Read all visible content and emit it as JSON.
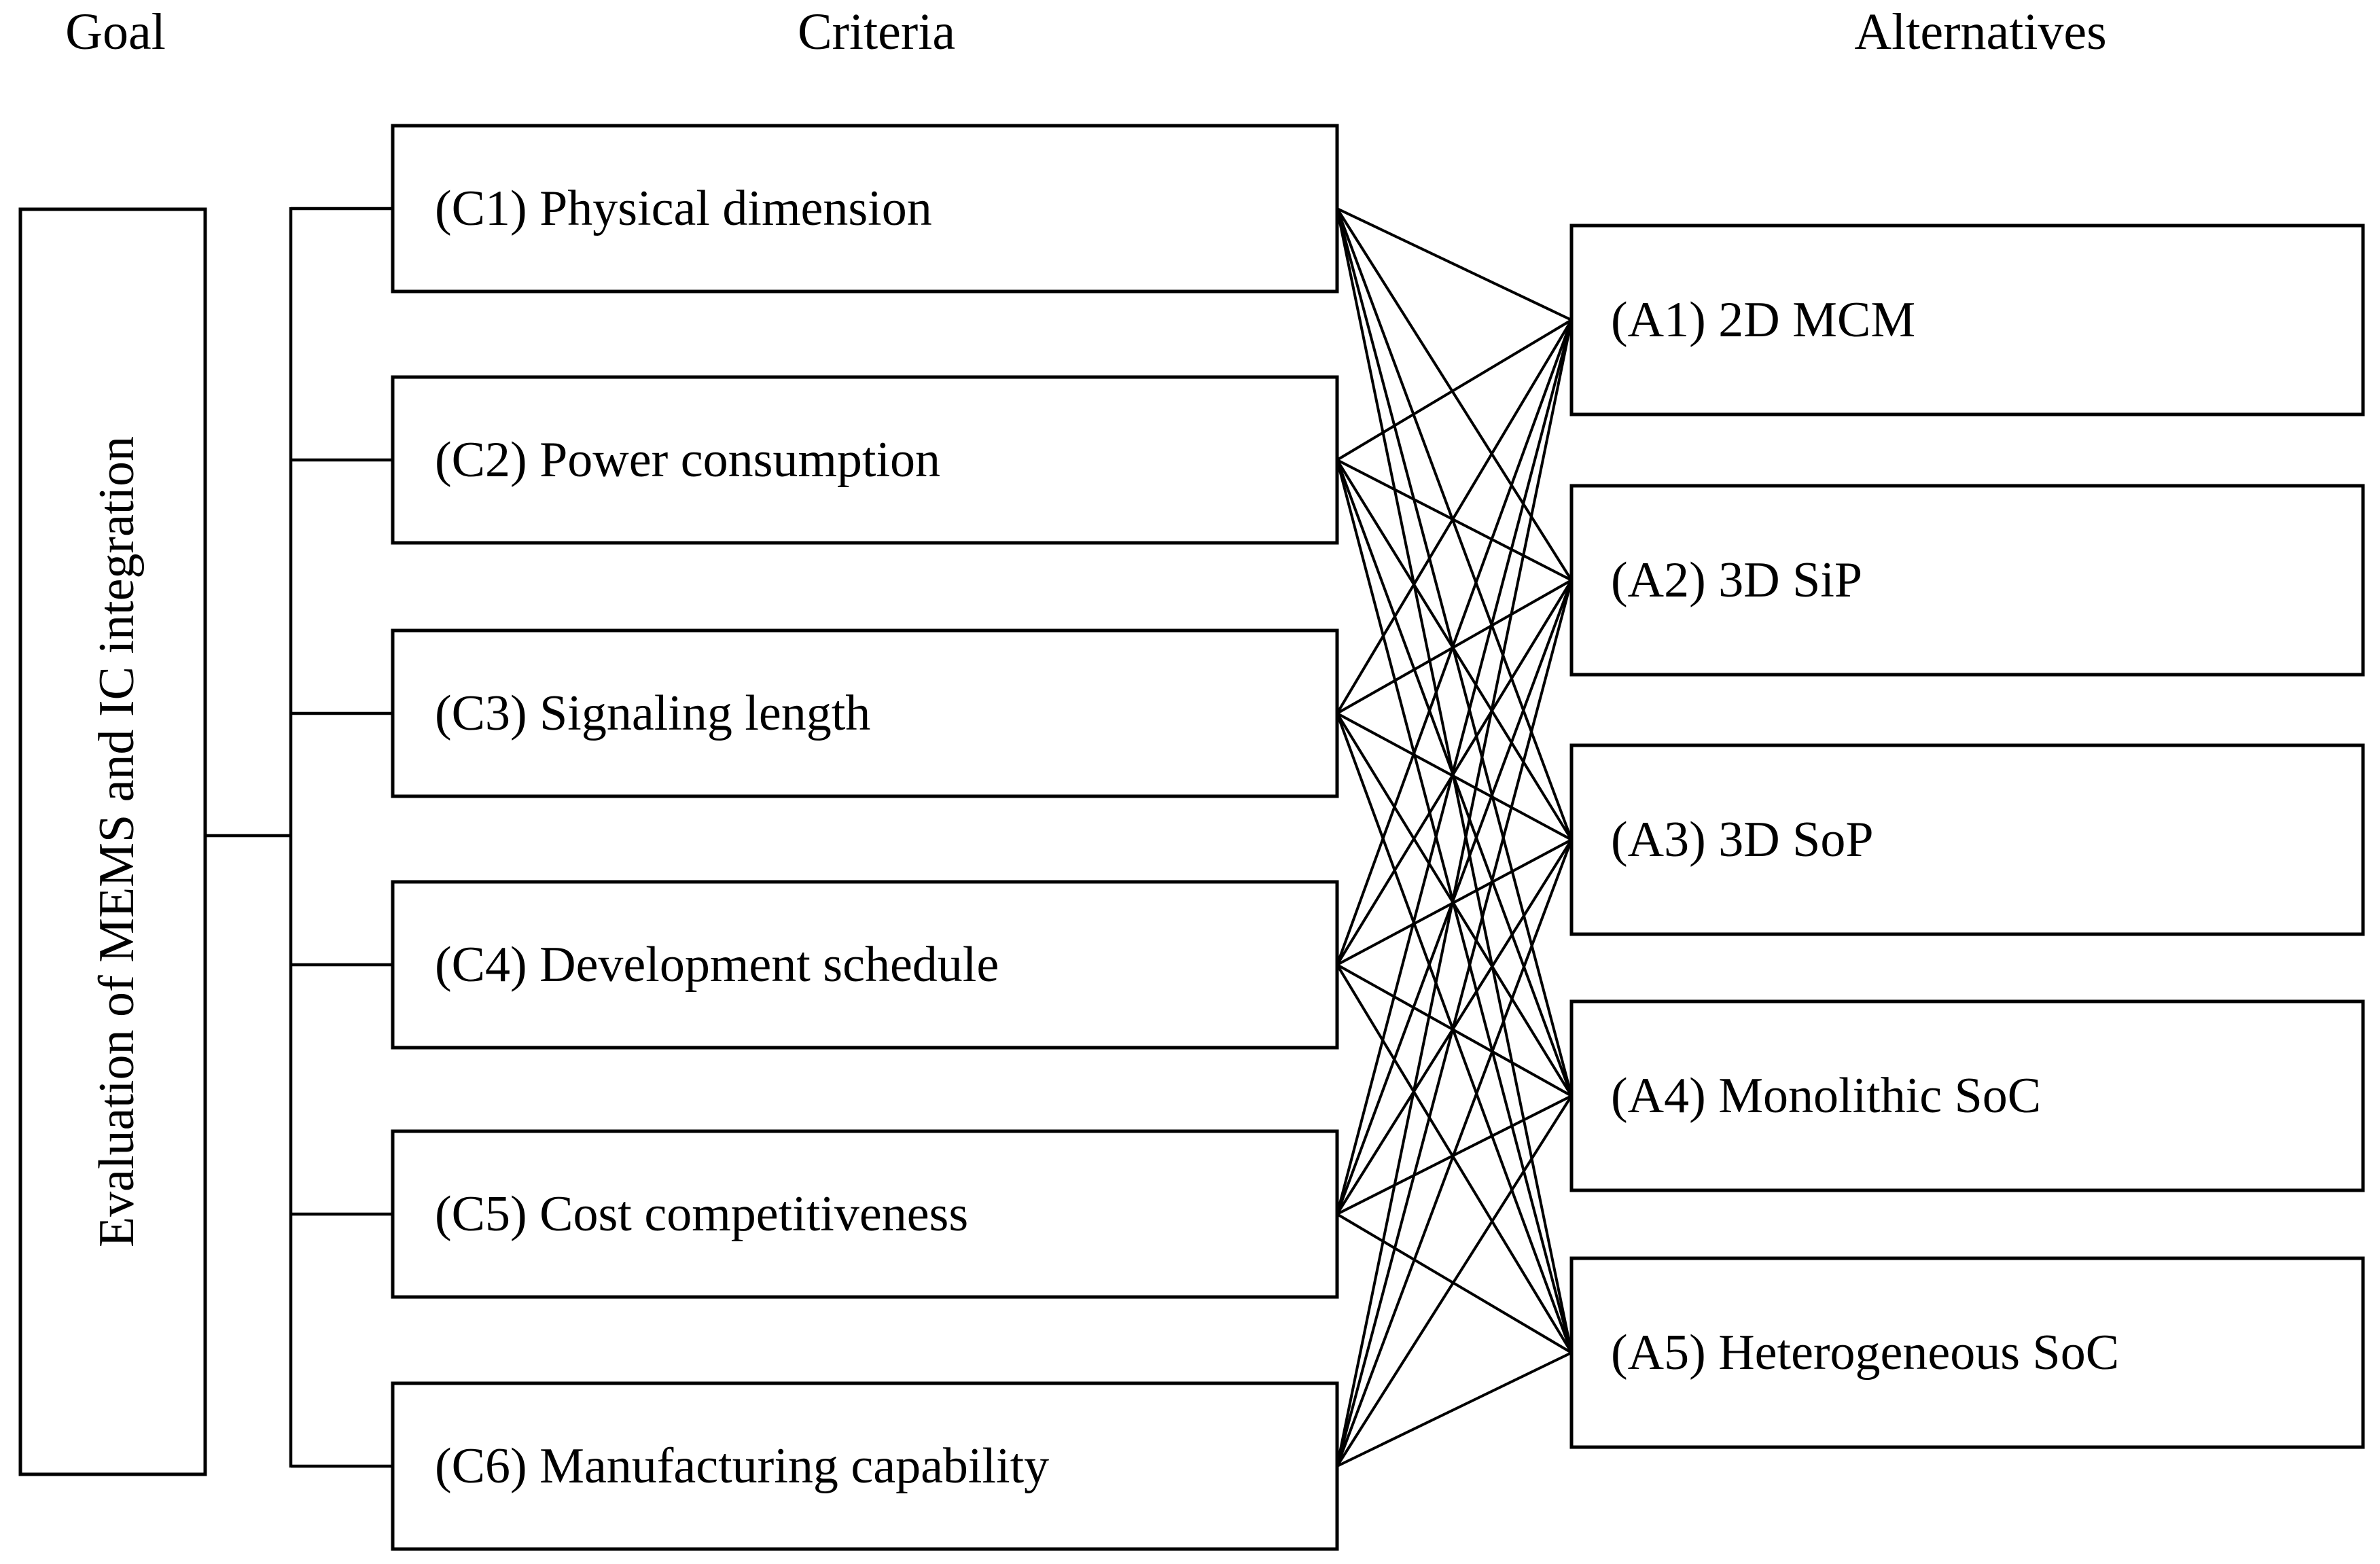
{
  "headers": {
    "goal": "Goal",
    "criteria": "Criteria",
    "alternatives": "Alternatives"
  },
  "goal": {
    "label": "Evaluation of MEMS and IC integration"
  },
  "criteria": [
    {
      "label": "(C1) Physical dimension"
    },
    {
      "label": "(C2) Power consumption"
    },
    {
      "label": "(C3) Signaling length"
    },
    {
      "label": "(C4) Development schedule"
    },
    {
      "label": "(C5) Cost competitiveness"
    },
    {
      "label": "(C6) Manufacturing capability"
    }
  ],
  "alternatives": [
    {
      "label": "(A1) 2D MCM"
    },
    {
      "label": "(A2) 3D SiP"
    },
    {
      "label": "(A3) 3D SoP"
    },
    {
      "label": "(A4) Monolithic SoC"
    },
    {
      "label": "(A5) Heterogeneous SoC"
    }
  ],
  "connections": "all-criteria-to-all-alternatives"
}
